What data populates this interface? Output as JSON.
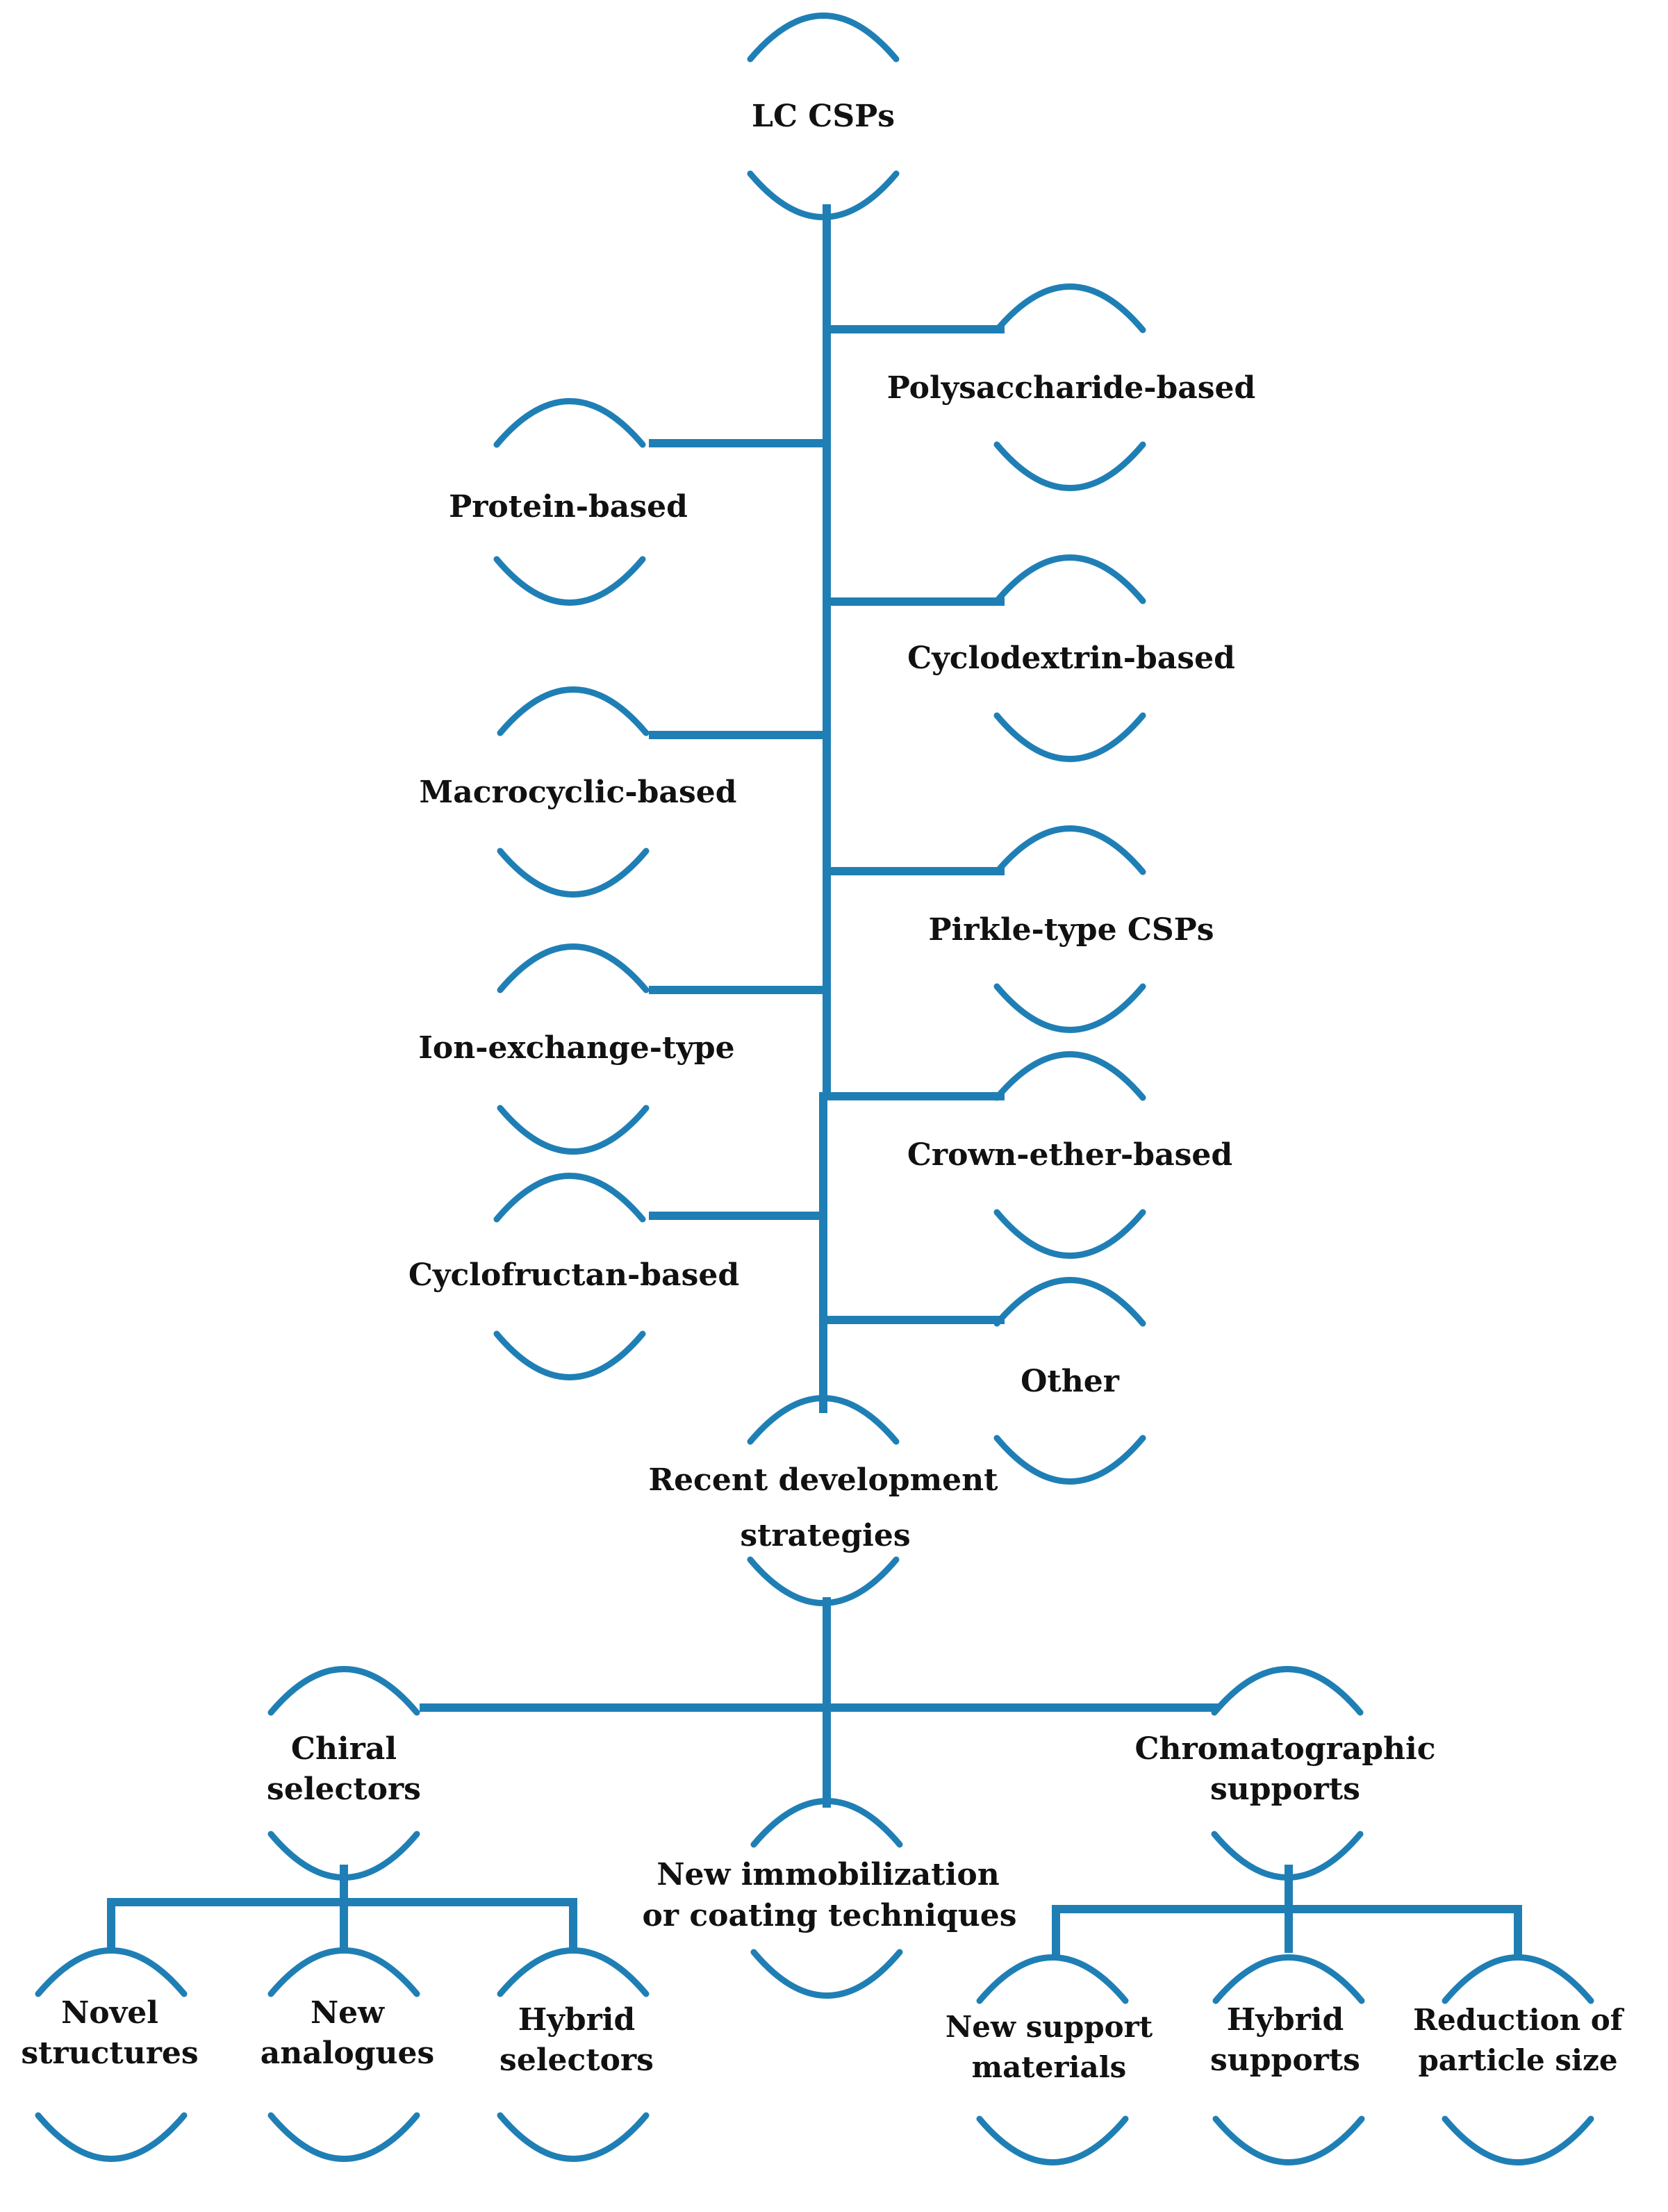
{
  "colors": {
    "line": "#1f7fb5",
    "text": "#111111",
    "background": "#ffffff"
  },
  "root": {
    "label": "LC CSPs"
  },
  "categories": {
    "polysaccharide": "Polysaccharide-based",
    "protein": "Protein-based",
    "cyclodextrin": "Cyclodextrin-based",
    "macrocyclic": "Macrocyclic-based",
    "pirkle": "Pirkle-type CSPs",
    "ion_exchange": "Ion-exchange-type",
    "crown_ether": "Crown-ether-based",
    "cyclofructan": "Cyclofructan-based",
    "other": "Other"
  },
  "strategies": {
    "title_line1": "Recent development",
    "title_line2": "strategies",
    "chiral": {
      "line1": "Chiral",
      "line2": "selectors"
    },
    "immobilization": {
      "line1": "New immobilization",
      "line2": "or coating techniques"
    },
    "supports": {
      "line1": "Chromatographic",
      "line2": "supports"
    }
  },
  "leaves": {
    "novel": {
      "line1": "Novel",
      "line2": "structures"
    },
    "analogues": {
      "line1": "New",
      "line2": "analogues"
    },
    "hybrid_selectors": {
      "line1": "Hybrid",
      "line2": "selectors"
    },
    "support_materials": {
      "line1": "New support",
      "line2": "materials"
    },
    "hybrid_supports": {
      "line1": "Hybrid",
      "line2": "supports"
    },
    "particle_size": {
      "line1": "Reduction of",
      "line2": "particle size"
    }
  }
}
